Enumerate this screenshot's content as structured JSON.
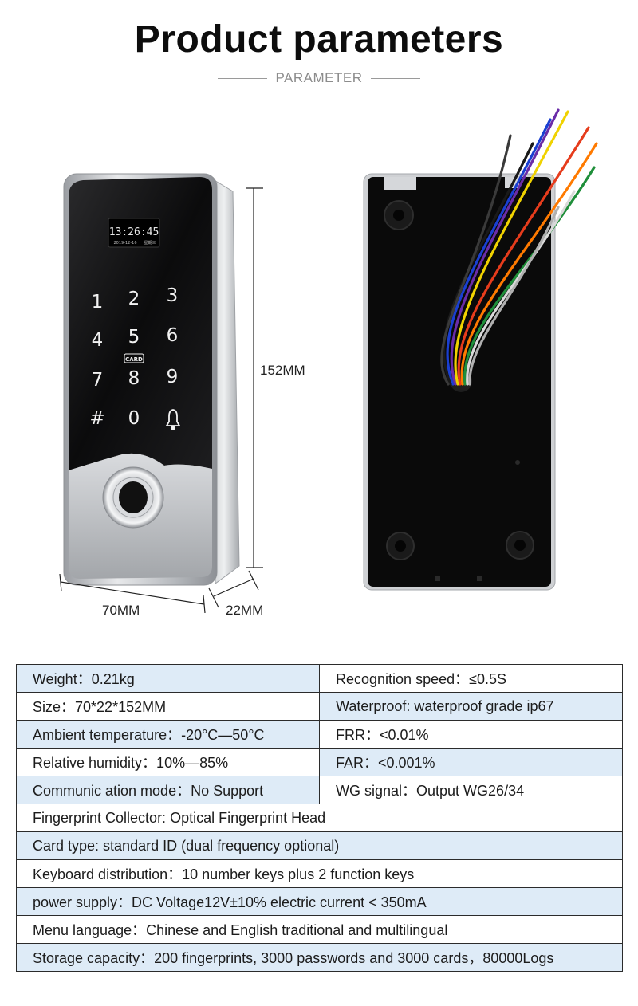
{
  "header": {
    "title": "Product parameters",
    "subtitle": "PARAMETER"
  },
  "device_front": {
    "clock": "13:26:45",
    "date": "2019-12-16",
    "date_suffix": "星期三",
    "keys": [
      "1",
      "2",
      "3",
      "4",
      "5",
      "6",
      "7",
      "8",
      "9",
      "#",
      "0"
    ],
    "card_badge": "CARD"
  },
  "dimensions": {
    "height": "152MM",
    "width": "70MM",
    "depth": "22MM"
  },
  "colors": {
    "table_shade": "#deebf7",
    "table_border": "#2b2b2b",
    "device_black": "#0a0a0a"
  },
  "params": {
    "rows_two_col": [
      {
        "left": "Weight：0.21kg",
        "right": "Recognition speed：≤0.5S"
      },
      {
        "left": "Size：70*22*152MM",
        "right": "Waterproof: waterproof grade ip67"
      },
      {
        "left": "Ambient temperature：-20°C—50°C",
        "right": "FRR：<0.01%"
      },
      {
        "left": "Relative humidity：10%—85%",
        "right": "FAR：<0.001%"
      },
      {
        "left": "Communic ation mode：No Support",
        "right": "WG signal：Output WG26/34"
      }
    ],
    "rows_full": [
      "Fingerprint Collector: Optical Fingerprint Head",
      "Card type: standard ID (dual frequency optional)",
      "Keyboard distribution：10 number keys plus 2 function keys",
      "power supply：DC  Voltage12V±10% electric current < 350mA",
      "Menu language：Chinese and English traditional and multilingual",
      "Storage capacity：200 fingerprints, 3000 passwords and 3000 cards，80000Logs"
    ]
  }
}
